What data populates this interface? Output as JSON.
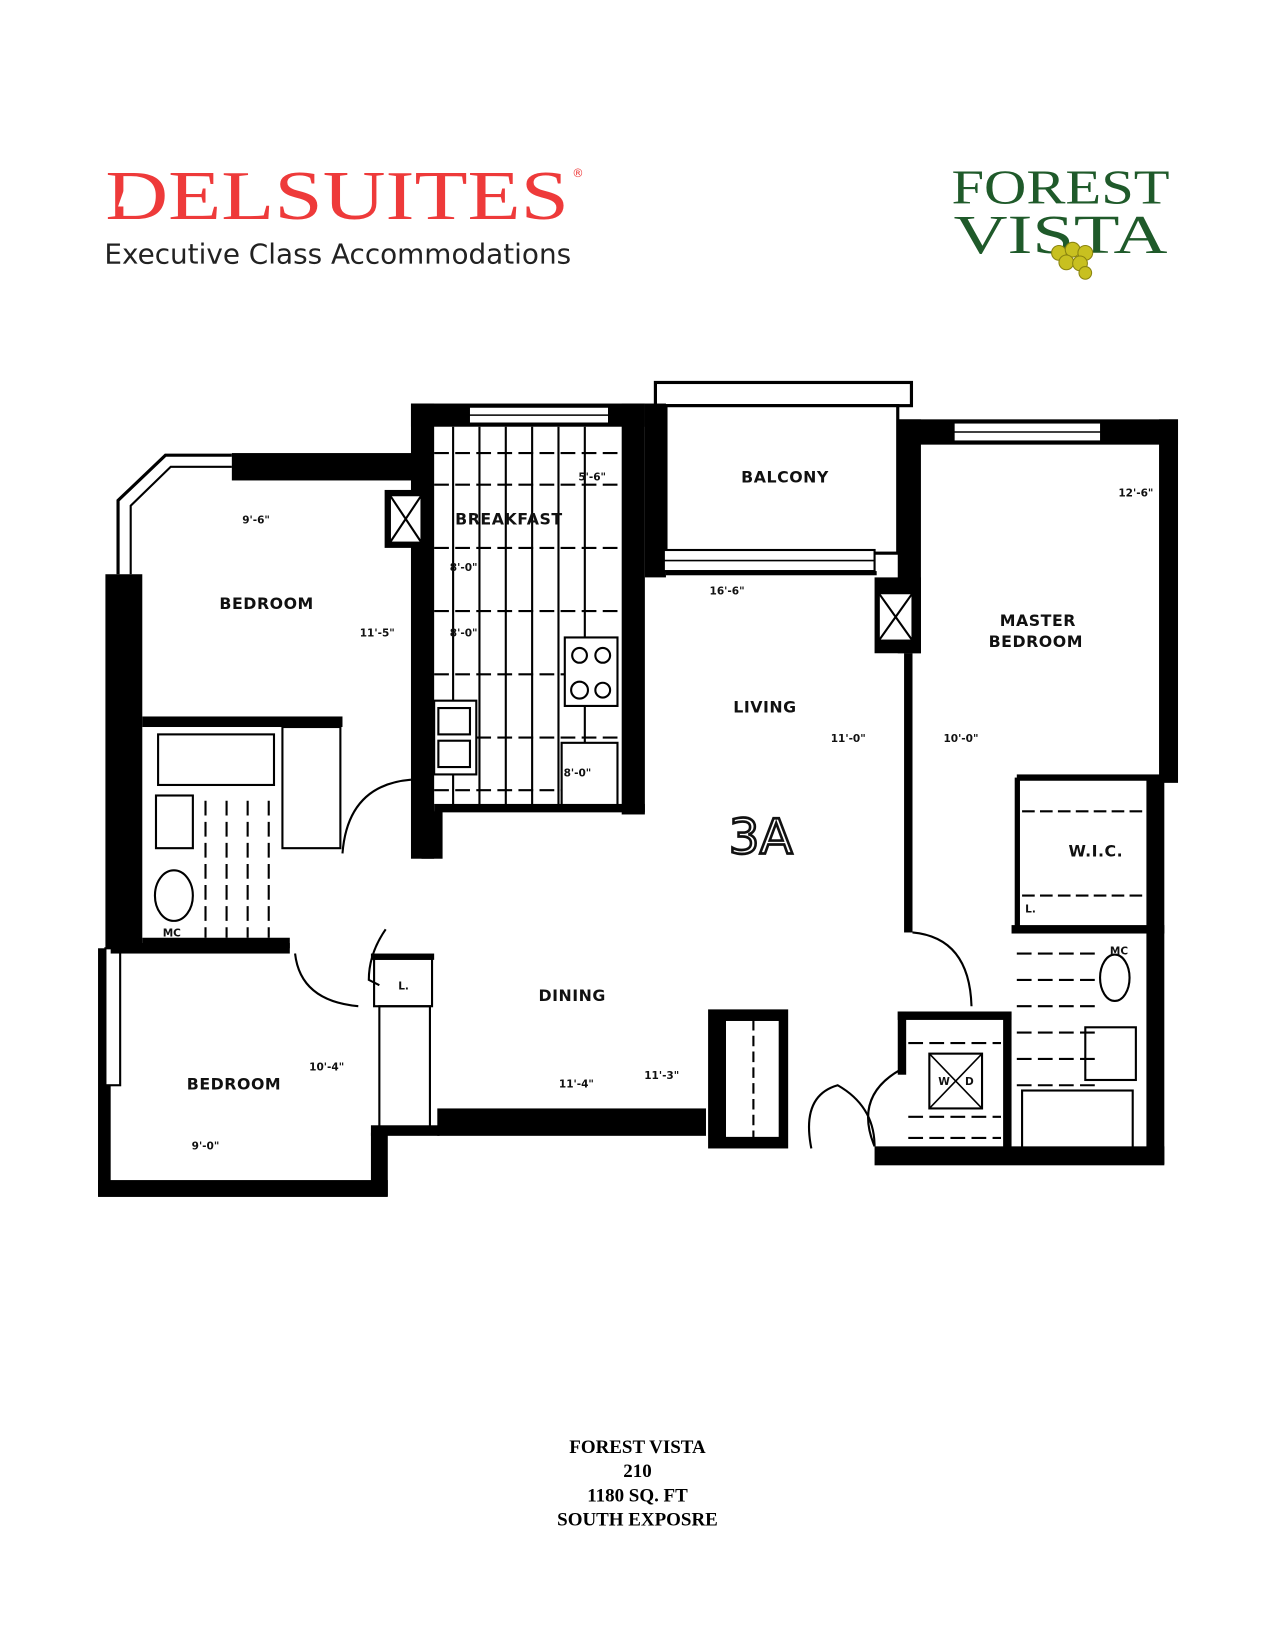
{
  "header": {
    "brand_left": {
      "name": "DELSUITES",
      "registered": "®",
      "tagline": "Executive Class Accommodations",
      "color": "#ee3a3a"
    },
    "brand_right": {
      "line1": "FOREST",
      "line2": "VISTA",
      "color": "#1f5a2a",
      "accent": "#c8c020"
    }
  },
  "floorplan": {
    "unit": "3A",
    "rooms": {
      "bedroom1": {
        "label": "BEDROOM",
        "width": "9'-6\"",
        "length": "11'-5\""
      },
      "breakfast": {
        "label": "BREAKFAST",
        "dim1": "5'-6\"",
        "dim2": "8'-0\"",
        "dim3": "8'-0\"",
        "dim4": "8'-0\""
      },
      "balcony": {
        "label": "BALCONY"
      },
      "living": {
        "label": "LIVING",
        "width": "16'-6\"",
        "length": "11'-0\""
      },
      "master": {
        "label_line1": "MASTER",
        "label_line2": "BEDROOM",
        "width": "12'-6\"",
        "length": "10'-0\""
      },
      "wic": {
        "label": "W.I.C."
      },
      "dining": {
        "label": "DINING",
        "width": "11'-4\"",
        "length": "11'-3\""
      },
      "bedroom2": {
        "label": "BEDROOM",
        "length": "10'-4\"",
        "width": "9'-0\""
      },
      "mc1": "MC",
      "mc2": "MC",
      "linen1": "L.",
      "linen2": "L.",
      "washer": "W",
      "dryer": "D"
    }
  },
  "footer": {
    "line1": "FOREST VISTA",
    "line2": "210",
    "line3": "1180 SQ. FT",
    "line4": "SOUTH EXPOSRE"
  }
}
